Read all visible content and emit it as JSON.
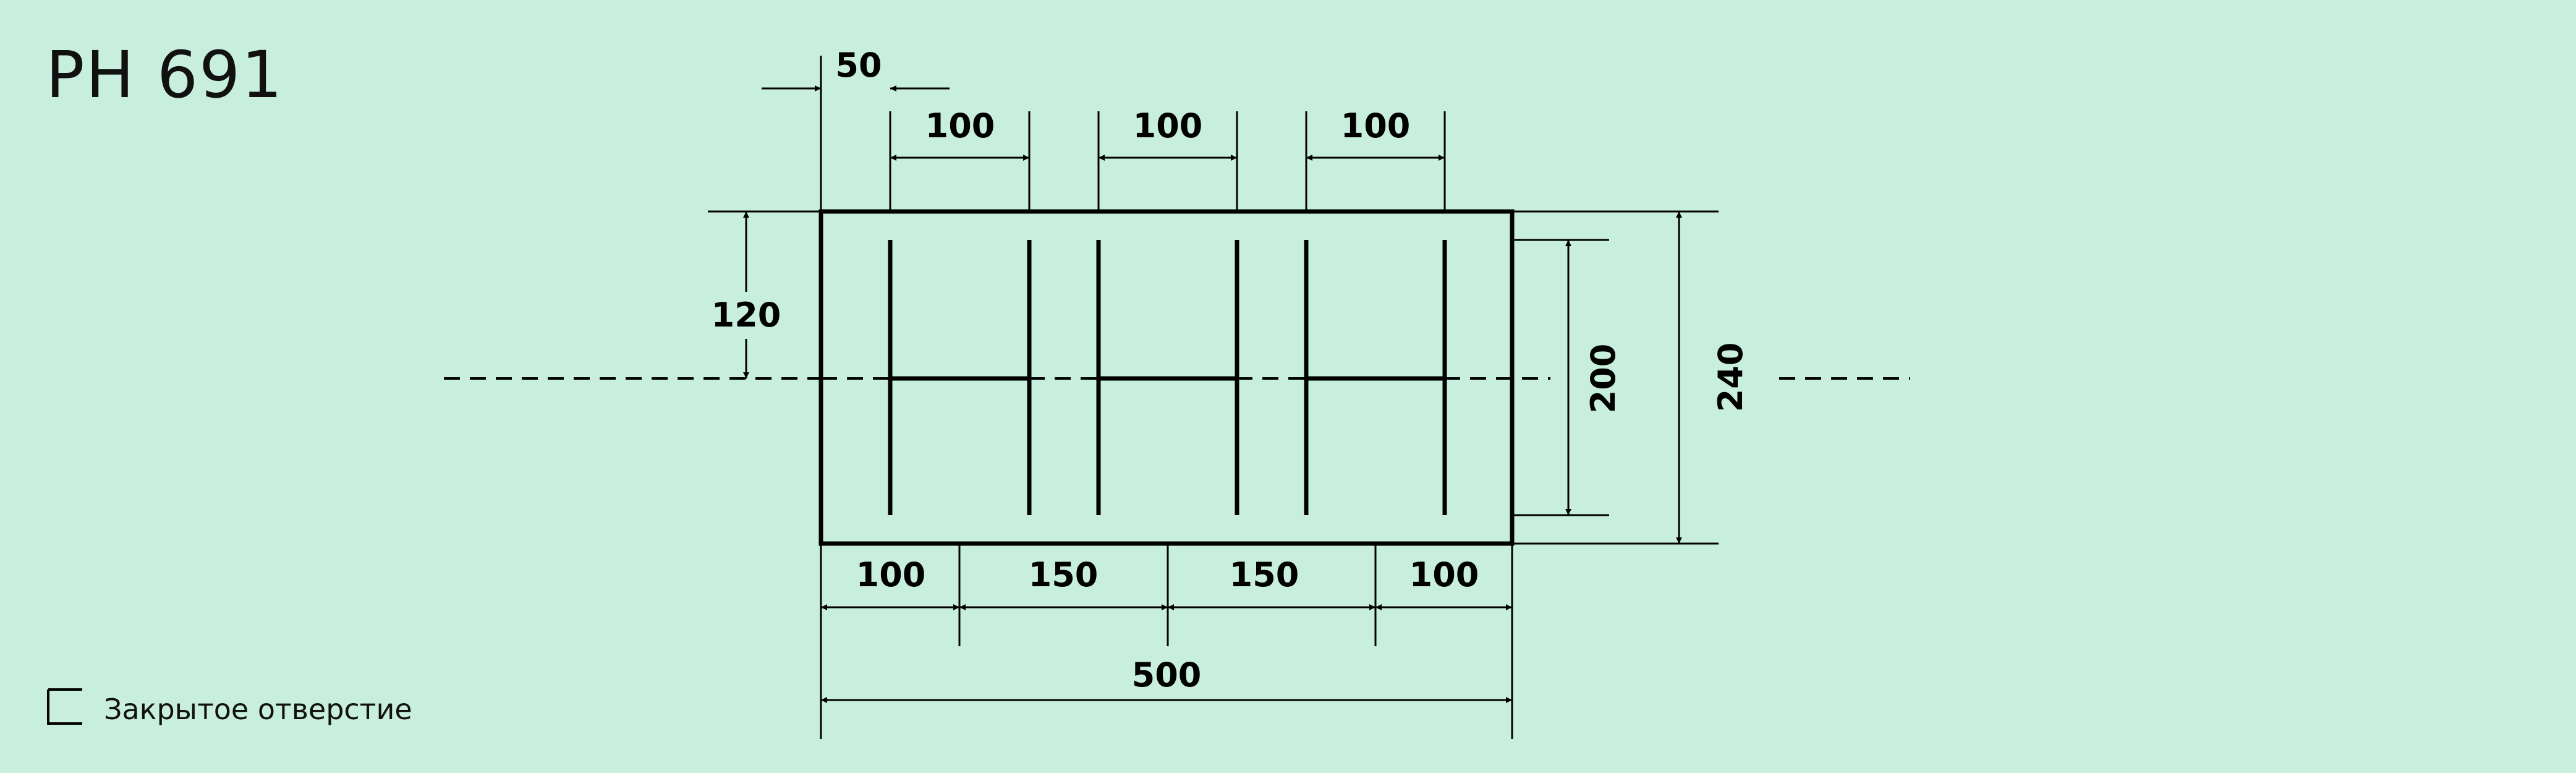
{
  "title": "PH 691",
  "dimensions": {
    "left_offset": "50",
    "top_width_1": "100",
    "top_width_2": "100",
    "top_width_3": "100",
    "left_height": "120",
    "inner_height": "200",
    "outer_height": "240",
    "bottom_1": "100",
    "bottom_2": "150",
    "bottom_3": "150",
    "bottom_4": "100",
    "total_width": "500"
  },
  "legend": {
    "label": "Закрытое отверстие",
    "icon": "open-square-bracket-icon"
  },
  "colors": {
    "background": "#c8efdd",
    "line": "#000000"
  }
}
